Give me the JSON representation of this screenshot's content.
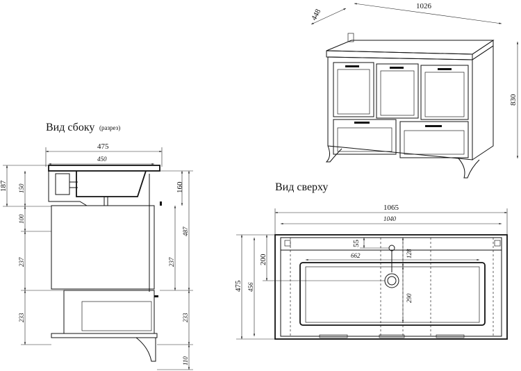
{
  "titles": {
    "side_view": "Вид сбоку",
    "side_view_note": "(разрез)",
    "top_view": "Вид сверху"
  },
  "perspective": {
    "depth": "448",
    "width": "1026",
    "height": "830"
  },
  "side": {
    "overall_depth": "475",
    "inner_depth": "450",
    "top_height": "187",
    "top_section": "150",
    "basin_height": "160",
    "gap_small": "100",
    "section_mid": "237",
    "section_low": "233",
    "right_height": "487",
    "right_mid": "237",
    "right_low": "233",
    "leg": "110"
  },
  "top": {
    "overall_width": "1065",
    "inner_width": "1040",
    "overall_depth": "475",
    "inner_depth": "456",
    "drain_offset": "200",
    "tap_offset": "55",
    "bowl_width": "662",
    "bowl_top": "128",
    "bowl_depth": "290"
  },
  "colors": {
    "line": "#111111",
    "background": "#ffffff"
  }
}
